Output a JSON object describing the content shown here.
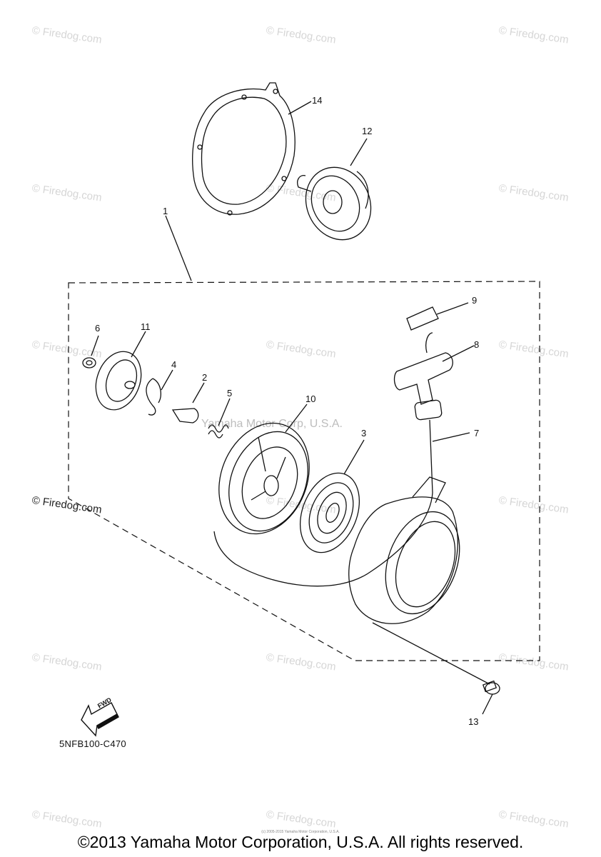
{
  "watermark": "© Firedog.com",
  "center_watermark": "Yamaha Motor Corp, U.S.A.",
  "callouts": {
    "c1": "1",
    "c2": "2",
    "c3": "3",
    "c4": "4",
    "c5": "5",
    "c6": "6",
    "c7": "7",
    "c8": "8",
    "c9": "9",
    "c10": "10",
    "c11": "11",
    "c12": "12",
    "c13": "13",
    "c14": "14"
  },
  "fwd_label": "FWD",
  "diagram_code": "5NFB100-C470",
  "small_print": "(c) 2005-2015 Yamaha Motor Corporation, U.S.A.",
  "copyright": "©2013 Yamaha Motor Corporation, U.S.A. All rights reserved."
}
